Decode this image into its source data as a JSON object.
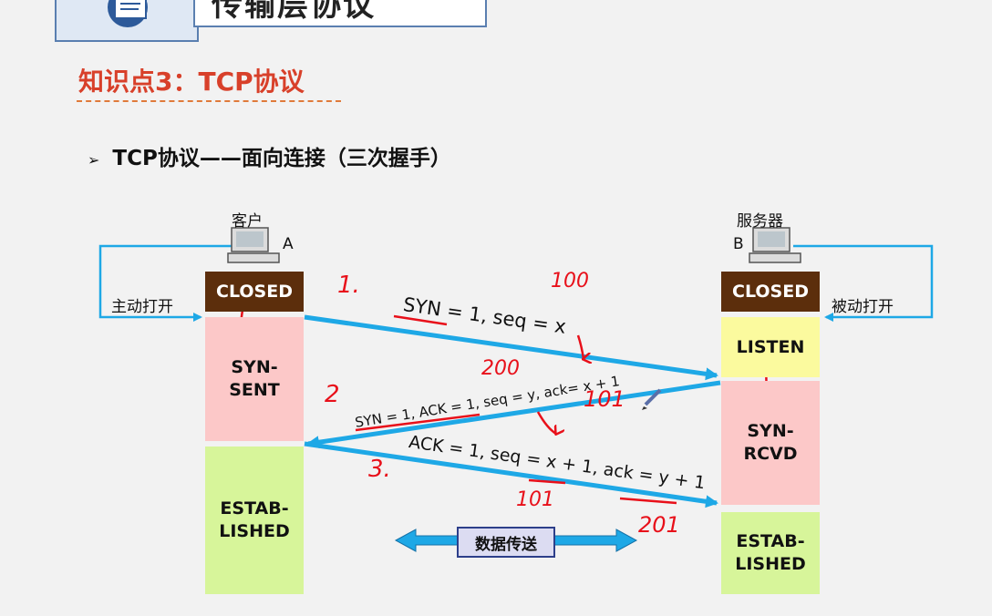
{
  "header": {
    "title": "传输层协议"
  },
  "knowledge_point": "知识点3：TCP协议",
  "subtitle": "TCP协议——面向连接（三次握手）",
  "client": {
    "label": "客户",
    "id": "A",
    "side_label": "主动打开",
    "states": [
      "CLOSED",
      "SYN-\nSENT",
      "ESTAB-\nLISHED"
    ]
  },
  "server": {
    "label": "服务器",
    "id": "B",
    "side_label": "被动打开",
    "states": [
      "CLOSED",
      "LISTEN",
      "SYN-\nRCVD",
      "ESTAB-\nLISHED"
    ]
  },
  "messages": [
    {
      "text": "SYN = 1, seq = x",
      "direction": "A-to-B"
    },
    {
      "text": "SYN = 1, ACK = 1, seq = y, ack= x + 1",
      "direction": "B-to-A"
    },
    {
      "text": "ACK = 1, seq = x + 1, ack = y + 1",
      "direction": "A-to-B"
    }
  ],
  "data_transfer_label": "数据传送",
  "annotations": {
    "step1": "1.",
    "step2": "2",
    "step3": "3.",
    "n100": "100",
    "n101a": "101",
    "n200": "200",
    "n101b": "101",
    "n201": "201"
  },
  "colors": {
    "closed": "#5c2e0c",
    "pink": "#fcc8c8",
    "green": "#d7f59a",
    "yellow": "#fbfa9e",
    "arrow": "#1ea8e6",
    "annotation_red": "#e8101a",
    "title_red": "#d8402a"
  }
}
